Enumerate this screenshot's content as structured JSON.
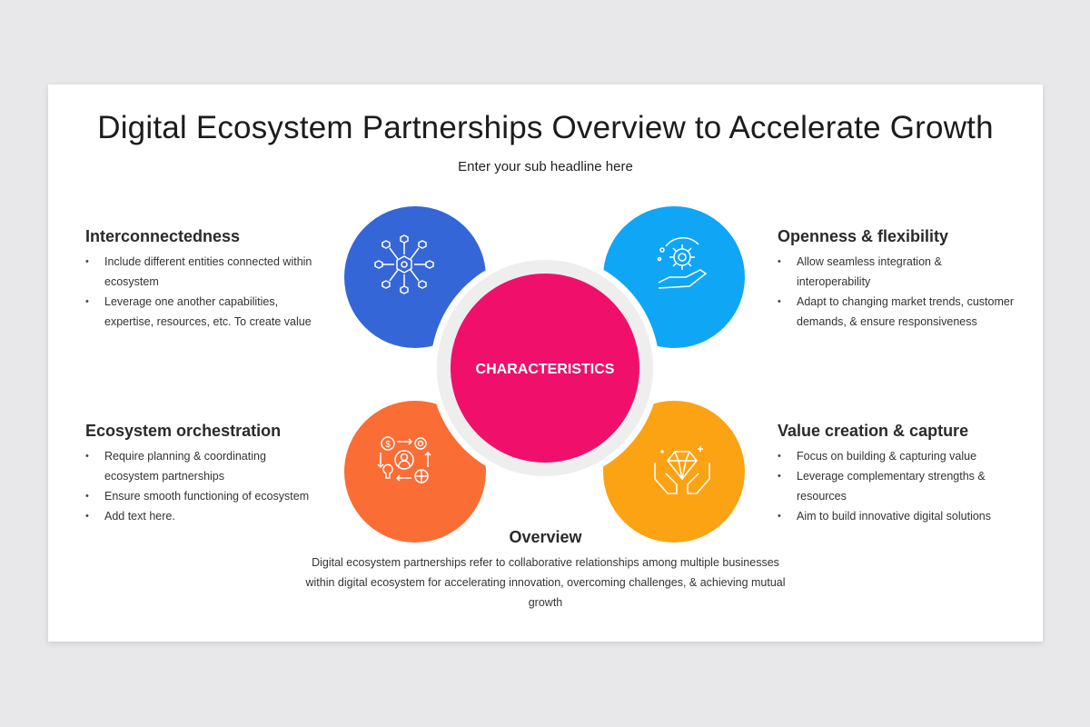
{
  "slide": {
    "title": "Digital Ecosystem Partnerships Overview to Accelerate Growth",
    "subtitle": "Enter your sub headline here"
  },
  "center": {
    "label": "CHARACTERISTICS",
    "color": "#f0106b",
    "ring_color": "#eeeeee"
  },
  "petals": [
    {
      "name": "interconnectedness",
      "color": "#3566d8",
      "icon": "network-nodes-icon"
    },
    {
      "name": "openness",
      "color": "#0ea6f5",
      "icon": "gear-in-hand-icon"
    },
    {
      "name": "orchestration",
      "color": "#fa6d35",
      "icon": "workflow-cycle-icon"
    },
    {
      "name": "value-creation",
      "color": "#fca314",
      "icon": "diamond-hands-icon"
    }
  ],
  "blocks": {
    "interconnectedness": {
      "heading": "Interconnectedness",
      "bullets": [
        "Include different entities connected within ecosystem",
        "Leverage one another capabilities, expertise, resources, etc. To create value"
      ]
    },
    "orchestration": {
      "heading": "Ecosystem orchestration",
      "bullets": [
        "Require planning & coordinating ecosystem partnerships",
        "Ensure smooth functioning of ecosystem",
        "Add text here."
      ]
    },
    "openness": {
      "heading": "Openness & flexibility",
      "bullets": [
        "Allow seamless integration & interoperability",
        "Adapt to changing market trends, customer demands, & ensure responsiveness"
      ]
    },
    "value": {
      "heading": "Value creation & capture",
      "bullets": [
        "Focus on building & capturing value",
        "Leverage complementary strengths & resources",
        "Aim to build innovative digital solutions"
      ]
    }
  },
  "overview": {
    "heading": "Overview",
    "text": "Digital ecosystem partnerships refer to collaborative relationships among multiple businesses within digital ecosystem for accelerating innovation, overcoming challenges, & achieving mutual growth"
  }
}
